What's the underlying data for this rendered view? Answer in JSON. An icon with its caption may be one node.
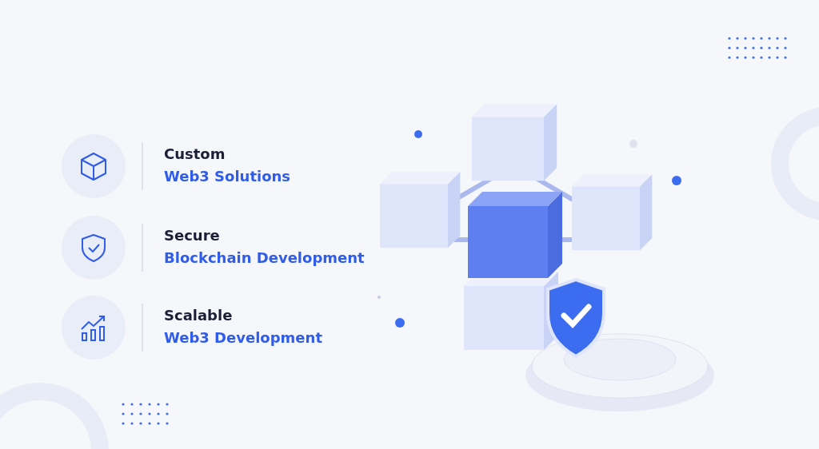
{
  "diagram": {
    "labels": [
      "Custom",
      "Web3 Solutions",
      "Secure",
      "Blockchain Development",
      "Scalable",
      "Web3 Development"
    ]
  }
}
